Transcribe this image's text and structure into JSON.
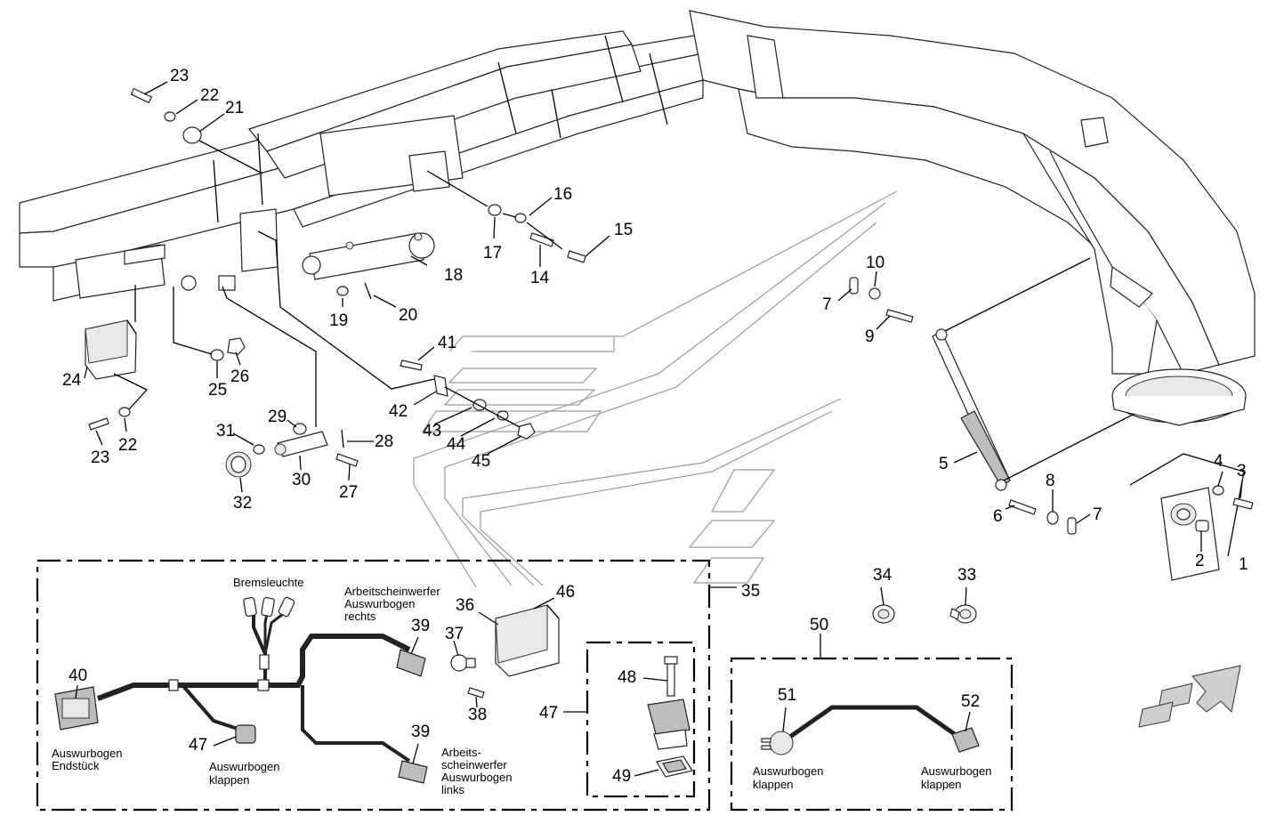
{
  "parts": {
    "p1": "1",
    "p2": "2",
    "p3": "3",
    "p4": "4",
    "p5": "5",
    "p6": "6",
    "p7a": "7",
    "p7b": "7",
    "p8": "8",
    "p9": "9",
    "p10": "10",
    "p14": "14",
    "p15": "15",
    "p16": "16",
    "p17": "17",
    "p18": "18",
    "p19": "19",
    "p20": "20",
    "p21": "21",
    "p22a": "22",
    "p22b": "22",
    "p23a": "23",
    "p23b": "23",
    "p24": "24",
    "p25": "25",
    "p26": "26",
    "p27": "27",
    "p28": "28",
    "p29": "29",
    "p30": "30",
    "p31": "31",
    "p32": "32",
    "p33": "33",
    "p34": "34",
    "p35": "35",
    "p36": "36",
    "p37": "37",
    "p38": "38",
    "p39a": "39",
    "p39b": "39",
    "p40": "40",
    "p41": "41",
    "p42": "42",
    "p43": "43",
    "p44": "44",
    "p45": "45",
    "p46": "46",
    "p47a": "47",
    "p47b": "47",
    "p48": "48",
    "p49": "49",
    "p50": "50",
    "p51": "51",
    "p52": "52"
  },
  "labels": {
    "bremsleuchte": "Bremsleuchte",
    "arbeit_rechts": [
      "Arbeitscheinwerfer",
      "Auswurbogen",
      "rechts"
    ],
    "arbeit_links": [
      "Arbeits-",
      "scheinwerfer",
      "Auswurbogen",
      "links"
    ],
    "endstueck": [
      "Auswurbogen",
      "Endstück"
    ],
    "klappen_harness": [
      "Auswurbogen",
      "klappen"
    ],
    "klappen_left": [
      "Auswurbogen",
      "klappen"
    ],
    "klappen_right": [
      "Auswurbogen",
      "klappen"
    ]
  }
}
